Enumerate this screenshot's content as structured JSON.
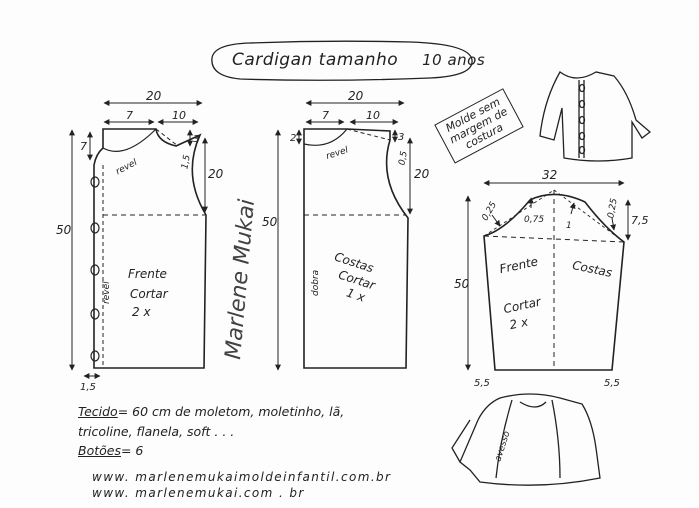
{
  "title": {
    "label": "Cardigan tamanho",
    "size": "10 anos"
  },
  "stamp": {
    "line1": "Molde sem",
    "line2": "margem de",
    "line3": "costura"
  },
  "front": {
    "name": "Frente",
    "cut_label": "Cortar",
    "cut_qty": "2 x",
    "width": "20",
    "neck_width": "7",
    "shoulder": "10",
    "shoulder_drop": "3",
    "armhole_depth": "20",
    "armhole_offset": "1,5",
    "height": "50",
    "neck_depth": "7",
    "hem_extension": "1,5",
    "bias_label": "revel",
    "fold_label": "revel"
  },
  "back": {
    "name": "Costas",
    "cut_label": "Cortar",
    "cut_qty": "1 x",
    "width": "20",
    "neck_width": "7",
    "shoulder": "10",
    "shoulder_drop": "3",
    "armhole_depth": "20",
    "armhole_offset": "0,5",
    "height": "50",
    "neck_depth": "2",
    "bias_label": "revel",
    "fold_label": "dobra"
  },
  "sleeve": {
    "front_label": "Frente",
    "back_label": "Costas",
    "cut_label": "Cortar",
    "cut_qty": "2 x",
    "width": "32",
    "cap_height": "7,5",
    "height": "50",
    "left_point": "0,25",
    "center_left": "0,75",
    "center_right": "1",
    "right_point": "0,25",
    "cuff_left": "5,5",
    "cuff_right": "5,5"
  },
  "signature": "Marlene Mukai",
  "fabric": {
    "label": "Tecido",
    "text": "= 60 cm  de  moletom, moletinho, lã,",
    "text2": "tricoline, flanela, soft . . ."
  },
  "buttons": {
    "label": "Botões",
    "text": "= 6"
  },
  "jacket_label": "avesso",
  "urls": [
    "www. marlenemukaimoldeinfantil.com.br",
    "www. marlenemukai.com . br"
  ]
}
